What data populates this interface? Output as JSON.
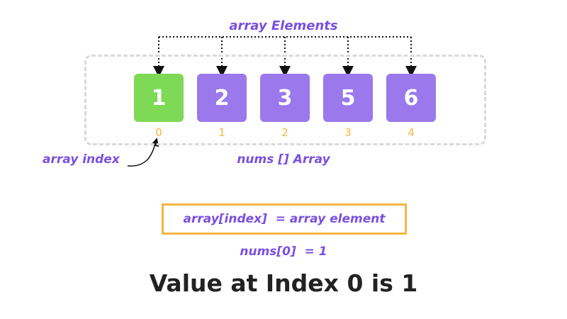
{
  "diagram": {
    "elements_label": "array Elements",
    "array_name": "nums [] Array",
    "index_label": "array index",
    "cells": [
      {
        "value": "1",
        "index": "0",
        "highlighted": true
      },
      {
        "value": "2",
        "index": "1",
        "highlighted": false
      },
      {
        "value": "3",
        "index": "2",
        "highlighted": false
      },
      {
        "value": "5",
        "index": "3",
        "highlighted": false
      },
      {
        "value": "6",
        "index": "4",
        "highlighted": false
      }
    ],
    "formula": "array[index]  = array element",
    "example": "nums[0]  = 1",
    "caption": "Value at Index 0 is 1"
  },
  "colors": {
    "cell_default": "#9b78eb",
    "cell_highlight": "#7ed957",
    "index_text": "#f5b642",
    "label_text": "#7a4fe0",
    "formula_border": "#f5b642",
    "caption_text": "#222222"
  }
}
